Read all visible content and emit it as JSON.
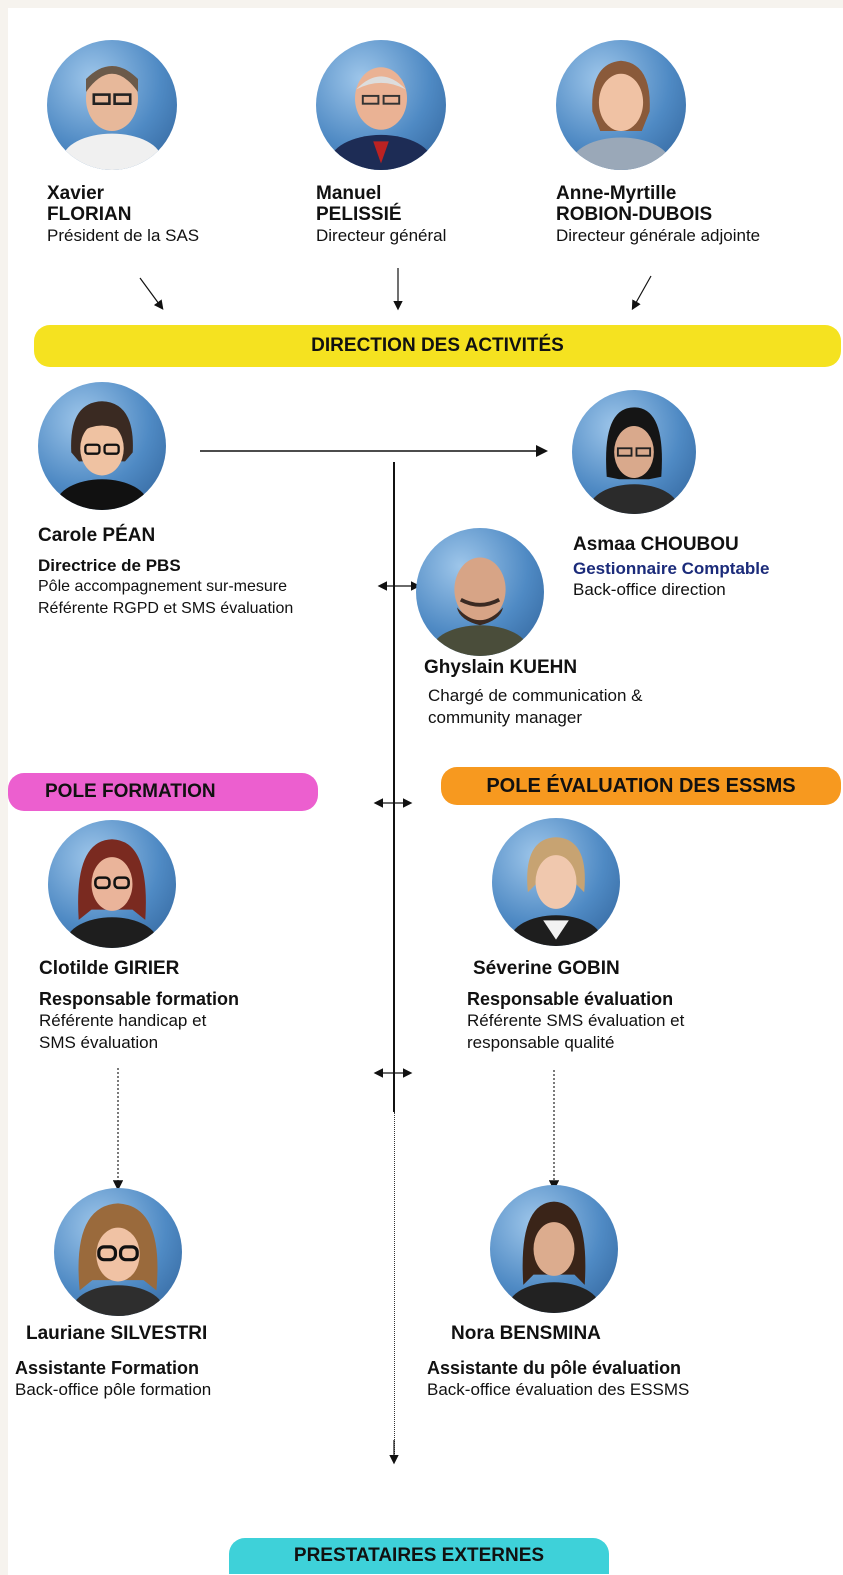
{
  "colors": {
    "direction_banner": "#f5e220",
    "formation_banner": "#ec5fcf",
    "evaluation_banner": "#f7991f",
    "prestataires_banner": "#3ed1d9"
  },
  "leadership": [
    {
      "first": "Xavier",
      "last": "FLORIAN",
      "title": "Président de la SAS"
    },
    {
      "first": "Manuel",
      "last": "PELISSIÉ",
      "title": "Directeur général"
    },
    {
      "first": "Anne-Myrtille",
      "last": "ROBION-DUBOIS",
      "title": "Directeur générale adjointe"
    }
  ],
  "banners": {
    "direction": "DIRECTION DES ACTIVITÉS",
    "formation": "POLE FORMATION",
    "evaluation": "POLE ÉVALUATION DES ESSMS",
    "prestataires": "PRESTATAIRES EXTERNES"
  },
  "people": {
    "carole": {
      "name": "Carole PÉAN",
      "role": "Directrice de PBS",
      "line1": "Pôle accompagnement sur-mesure",
      "line2": "Référente RGPD et SMS évaluation"
    },
    "asmaa": {
      "name": "Asmaa CHOUBOU",
      "role": "Gestionnaire Comptable",
      "line1": "Back-office direction"
    },
    "ghyslain": {
      "name": "Ghyslain KUEHN",
      "line1": "Chargé de communication &",
      "line2": "community manager"
    },
    "clotilde": {
      "name": "Clotilde GIRIER",
      "role": "Responsable formation",
      "line1": "Référente handicap et",
      "line2": "SMS évaluation"
    },
    "severine": {
      "name": "Séverine GOBIN",
      "role": "Responsable évaluation",
      "line1": "Référente SMS évaluation et",
      "line2": "responsable qualité"
    },
    "lauriane": {
      "name": "Lauriane SILVESTRI",
      "role": "Assistante Formation",
      "line1": "Back-office pôle formation"
    },
    "nora": {
      "name": "Nora BENSMINA",
      "role": "Assistante du pôle évaluation",
      "line1": "Back-office évaluation des ESSMS"
    }
  }
}
